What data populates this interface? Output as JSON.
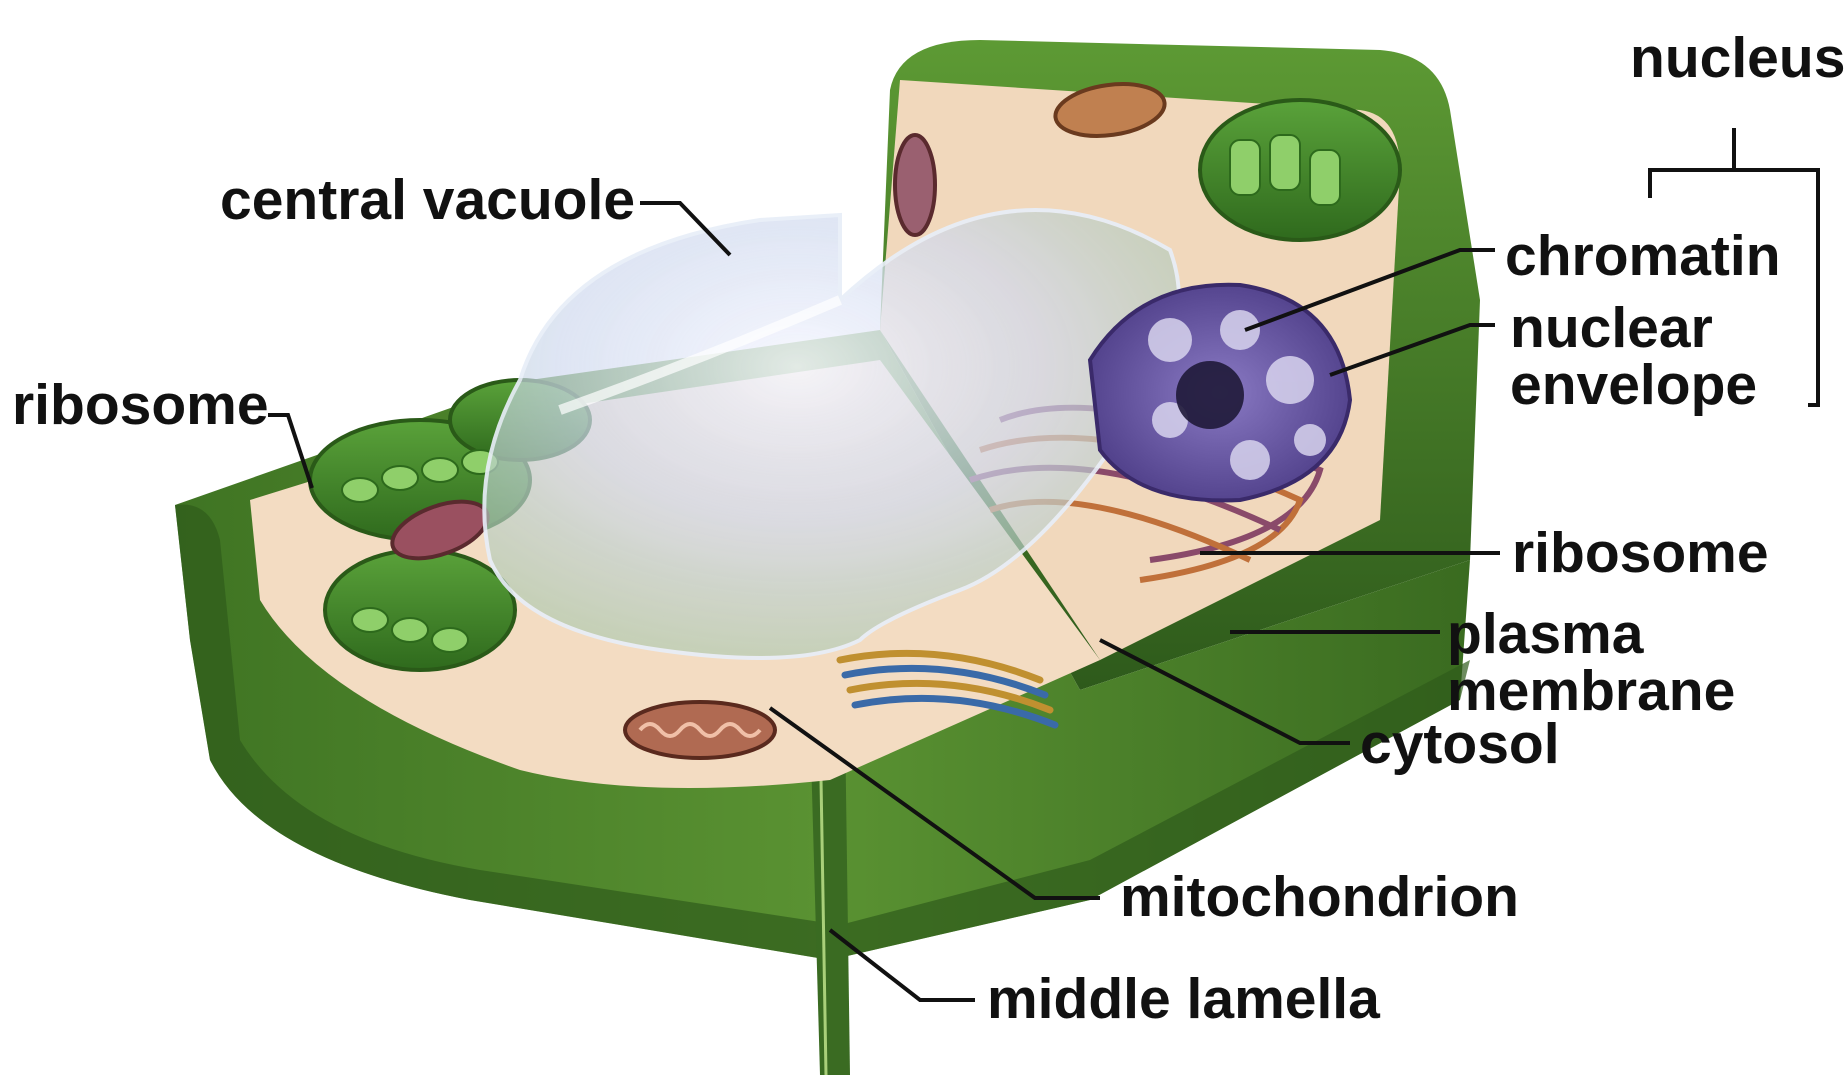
{
  "diagram": {
    "labels": {
      "nucleus": "nucleus",
      "central_vacuole": "central vacuole",
      "ribosome_left": "ribosome",
      "chromatin": "chromatin",
      "nuclear_envelope_line1": "nuclear",
      "nuclear_envelope_line2": "envelope",
      "ribosome_right": "ribosome",
      "plasma_membrane_line1": "plasma",
      "plasma_membrane_line2": "membrane",
      "cytosol": "cytosol",
      "mitochondrion": "mitochondrion",
      "middle_lamella": "middle lamella"
    }
  },
  "colors": {
    "cell_wall_dark": "#2f5e1c",
    "cell_wall_mid": "#4f8a2e",
    "cell_wall_light": "#7fb04a",
    "cytoplasm": "#f3d9bd",
    "vacuole": "#c9d8e8",
    "nucleus": "#6b5aa6",
    "chloroplast": "#3f8a2a",
    "mitochondrion": "#8a4a3a",
    "leader_lines": "#111111"
  }
}
